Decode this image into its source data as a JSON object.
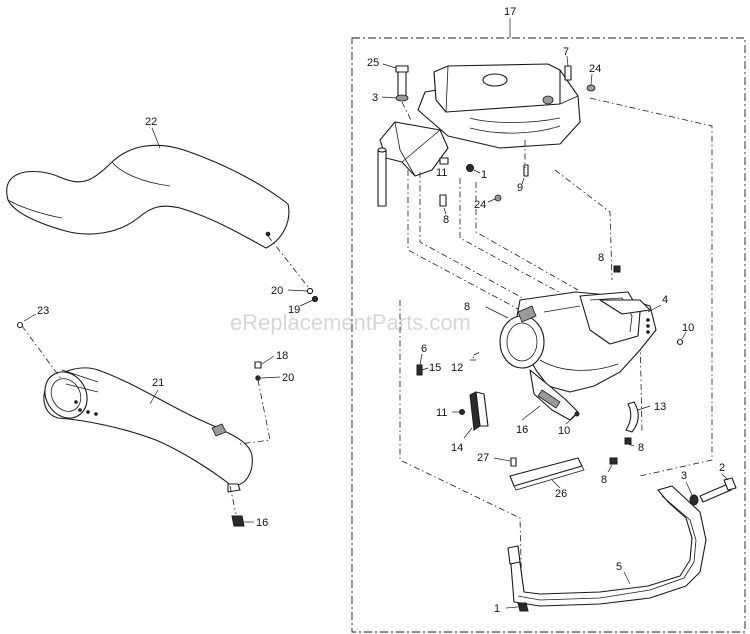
{
  "watermark": "eReplacementParts.com",
  "callouts": {
    "c17": "17",
    "c25": "25",
    "c7": "7",
    "c24a": "24",
    "c3a": "3",
    "c11a": "11",
    "c1a": "1",
    "c9": "9",
    "c24b": "24",
    "c8a": "8",
    "c22": "22",
    "c20a": "20",
    "c19": "19",
    "c8b": "8",
    "c8c": "8",
    "c4": "4",
    "c10a": "10",
    "c23": "23",
    "c6": "6",
    "c15": "15",
    "c12": "12",
    "c18": "18",
    "c20b": "20",
    "c21": "21",
    "c11b": "11",
    "c13": "13",
    "c14": "14",
    "c16a": "16",
    "c10b": "10",
    "c8d": "8",
    "c8e": "8",
    "c27": "27",
    "c26": "26",
    "c3b": "3",
    "c2": "2",
    "c16b": "16",
    "c5": "5",
    "c1b": "1"
  }
}
